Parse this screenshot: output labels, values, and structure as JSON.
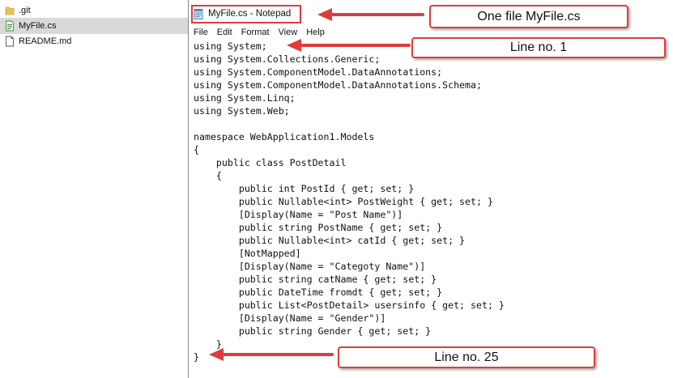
{
  "file_tree": {
    "items": [
      {
        "label": ".git",
        "icon": "folder-icon"
      },
      {
        "label": "MyFile.cs",
        "icon": "cs-file-icon",
        "selected": true
      },
      {
        "label": "README.md",
        "icon": "file-icon"
      }
    ]
  },
  "notepad": {
    "title": "MyFile.cs - Notepad",
    "menu": [
      "File",
      "Edit",
      "Format",
      "View",
      "Help"
    ],
    "code_lines": [
      "using System;",
      "using System.Collections.Generic;",
      "using System.ComponentModel.DataAnnotations;",
      "using System.ComponentModel.DataAnnotations.Schema;",
      "using System.Linq;",
      "using System.Web;",
      "",
      "namespace WebApplication1.Models",
      "{",
      "    public class PostDetail",
      "    {",
      "        public int PostId { get; set; }",
      "        public Nullable<int> PostWeight { get; set; }",
      "        [Display(Name = \"Post Name\")]",
      "        public string PostName { get; set; }",
      "        public Nullable<int> catId { get; set; }",
      "        [NotMapped]",
      "        [Display(Name = \"Categoty Name\")]",
      "        public string catName { get; set; }",
      "        public DateTime fromdt { get; set; }",
      "        public List<PostDetail> usersinfo { get; set; }",
      "        [Display(Name = \"Gender\")]",
      "        public string Gender { get; set; }",
      "    }",
      "}"
    ]
  },
  "annotations": {
    "accent_color": "#e03c3c",
    "title_callout": "One file MyFile.cs",
    "first_line_callout": "Line no. 1",
    "last_line_callout": "Line no. 25"
  }
}
